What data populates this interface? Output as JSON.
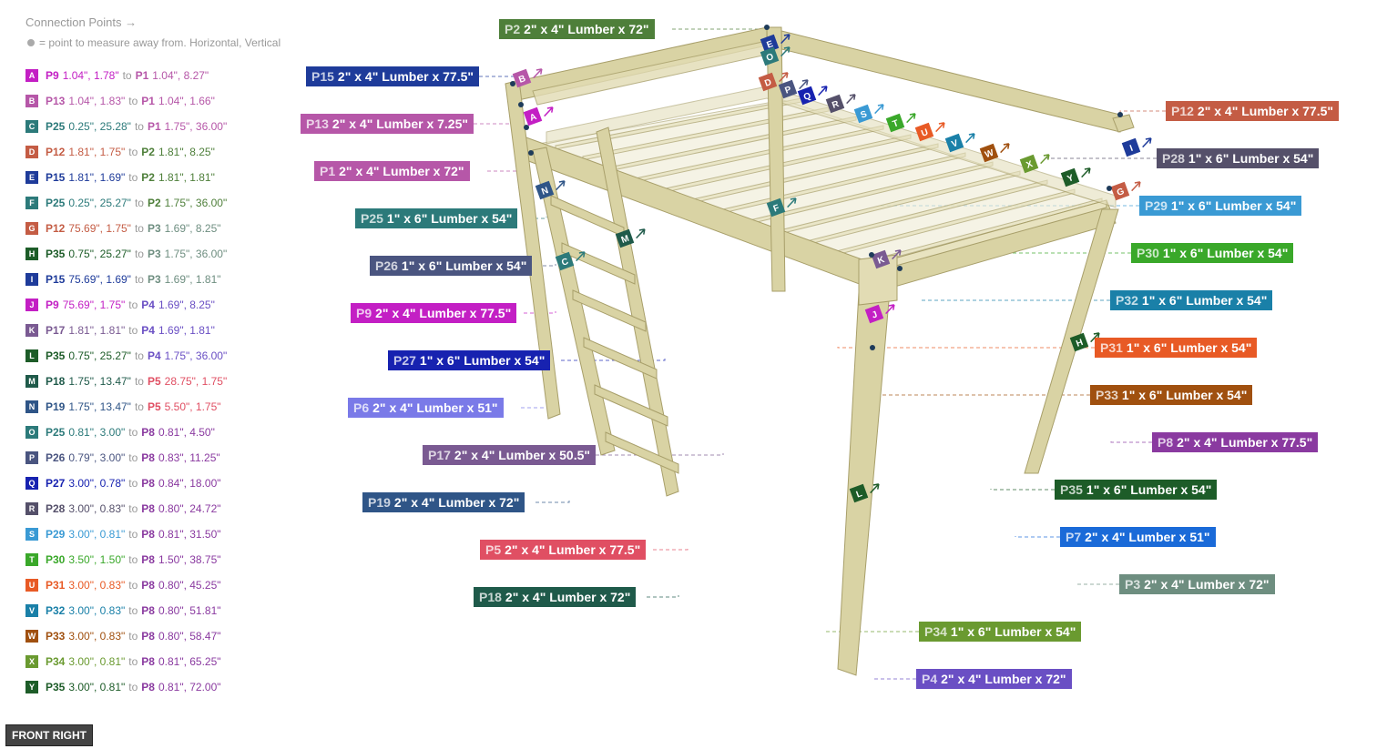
{
  "legend": {
    "title": "Connection Points →",
    "note": "= point to measure away from. Horizontal, Vertical",
    "to_word": "to",
    "connections": [
      {
        "letter": "A",
        "color": "#c31fc4",
        "from": "P9",
        "from_val": "1.04\", 1.78\"",
        "to": "P1",
        "to_color": "#b657a8",
        "to_val": "1.04\", 8.27\""
      },
      {
        "letter": "B",
        "color": "#b657a8",
        "from": "P13",
        "from_val": "1.04\", 1.83\"",
        "to": "P1",
        "to_color": "#b657a8",
        "to_val": "1.04\", 1.66\""
      },
      {
        "letter": "C",
        "color": "#2c7a7a",
        "from": "P25",
        "from_val": "0.25\", 25.28\"",
        "to": "P1",
        "to_color": "#b657a8",
        "to_val": "1.75\", 36.00\""
      },
      {
        "letter": "D",
        "color": "#c45c44",
        "from": "P12",
        "from_val": "1.81\", 1.75\"",
        "to": "P2",
        "to_color": "#4e7f3a",
        "to_val": "1.81\", 8.25\""
      },
      {
        "letter": "E",
        "color": "#1e3b9a",
        "from": "P15",
        "from_val": "1.81\", 1.69\"",
        "to": "P2",
        "to_color": "#4e7f3a",
        "to_val": "1.81\", 1.81\""
      },
      {
        "letter": "F",
        "color": "#2c7a7a",
        "from": "P25",
        "from_val": "0.25\", 25.27\"",
        "to": "P2",
        "to_color": "#4e7f3a",
        "to_val": "1.75\", 36.00\""
      },
      {
        "letter": "G",
        "color": "#c45c44",
        "from": "P12",
        "from_val": "75.69\", 1.75\"",
        "to": "P3",
        "to_color": "#6e8e80",
        "to_val": "1.69\", 8.25\""
      },
      {
        "letter": "H",
        "color": "#1d5c28",
        "from": "P35",
        "from_val": "0.75\", 25.27\"",
        "to": "P3",
        "to_color": "#6e8e80",
        "to_val": "1.75\", 36.00\""
      },
      {
        "letter": "I",
        "color": "#1e3b9a",
        "from": "P15",
        "from_val": "75.69\", 1.69\"",
        "to": "P3",
        "to_color": "#6e8e80",
        "to_val": "1.69\", 1.81\""
      },
      {
        "letter": "J",
        "color": "#c31fc4",
        "from": "P9",
        "from_val": "75.69\", 1.75\"",
        "to": "P4",
        "to_color": "#6a4fc4",
        "to_val": "1.69\", 8.25\""
      },
      {
        "letter": "K",
        "color": "#7a5a92",
        "from": "P17",
        "from_val": "1.81\", 1.81\"",
        "to": "P4",
        "to_color": "#6a4fc4",
        "to_val": "1.69\", 1.81\""
      },
      {
        "letter": "L",
        "color": "#1d5c28",
        "from": "P35",
        "from_val": "0.75\", 25.27\"",
        "to": "P4",
        "to_color": "#6a4fc4",
        "to_val": "1.75\", 36.00\""
      },
      {
        "letter": "M",
        "color": "#1f5a4a",
        "from": "P18",
        "from_val": "1.75\", 13.47\"",
        "to": "P5",
        "to_color": "#e04f63",
        "to_val": "28.75\", 1.75\""
      },
      {
        "letter": "N",
        "color": "#2f5587",
        "from": "P19",
        "from_val": "1.75\", 13.47\"",
        "to": "P5",
        "to_color": "#e04f63",
        "to_val": "5.50\", 1.75\""
      },
      {
        "letter": "O",
        "color": "#2c7a7a",
        "from": "P25",
        "from_val": "0.81\", 3.00\"",
        "to": "P8",
        "to_color": "#8a3aa0",
        "to_val": "0.81\", 4.50\""
      },
      {
        "letter": "P",
        "color": "#4a5580",
        "from": "P26",
        "from_val": "0.79\", 3.00\"",
        "to": "P8",
        "to_color": "#8a3aa0",
        "to_val": "0.83\", 11.25\""
      },
      {
        "letter": "Q",
        "color": "#1722b0",
        "from": "P27",
        "from_val": "3.00\", 0.78\"",
        "to": "P8",
        "to_color": "#8a3aa0",
        "to_val": "0.84\", 18.00\""
      },
      {
        "letter": "R",
        "color": "#55506a",
        "from": "P28",
        "from_val": "3.00\", 0.83\"",
        "to": "P8",
        "to_color": "#8a3aa0",
        "to_val": "0.80\", 24.72\""
      },
      {
        "letter": "S",
        "color": "#3a9ad4",
        "from": "P29",
        "from_val": "3.00\", 0.81\"",
        "to": "P8",
        "to_color": "#8a3aa0",
        "to_val": "0.81\", 31.50\""
      },
      {
        "letter": "T",
        "color": "#3aa82a",
        "from": "P30",
        "from_val": "3.50\", 1.50\"",
        "to": "P8",
        "to_color": "#8a3aa0",
        "to_val": "1.50\", 38.75\""
      },
      {
        "letter": "U",
        "color": "#e85a25",
        "from": "P31",
        "from_val": "3.00\", 0.83\"",
        "to": "P8",
        "to_color": "#8a3aa0",
        "to_val": "0.80\", 45.25\""
      },
      {
        "letter": "V",
        "color": "#1a80a8",
        "from": "P32",
        "from_val": "3.00\", 0.83\"",
        "to": "P8",
        "to_color": "#8a3aa0",
        "to_val": "0.80\", 51.81\""
      },
      {
        "letter": "W",
        "color": "#a0500f",
        "from": "P33",
        "from_val": "3.00\", 0.83\"",
        "to": "P8",
        "to_color": "#8a3aa0",
        "to_val": "0.80\", 58.47\""
      },
      {
        "letter": "X",
        "color": "#6a9a30",
        "from": "P34",
        "from_val": "3.00\", 0.81\"",
        "to": "P8",
        "to_color": "#8a3aa0",
        "to_val": "0.81\", 65.25\""
      },
      {
        "letter": "Y",
        "color": "#1d5c28",
        "from": "P35",
        "from_val": "3.00\", 0.81\"",
        "to": "P8",
        "to_color": "#8a3aa0",
        "to_val": "0.81\", 72.00\""
      }
    ]
  },
  "view_label": "FRONT RIGHT",
  "part_labels": [
    {
      "id": "P2",
      "text": "2\" x 4\" Lumber  x 72\"",
      "color": "#4e7f3a"
    },
    {
      "id": "P15",
      "text": "2\" x 4\" Lumber  x 77.5\"",
      "color": "#1e3b9a"
    },
    {
      "id": "P13",
      "text": "2\" x 4\" Lumber  x 7.25\"",
      "color": "#b657a8"
    },
    {
      "id": "P1",
      "text": "2\" x 4\" Lumber  x 72\"",
      "color": "#b657a8"
    },
    {
      "id": "P25",
      "text": "1\" x 6\" Lumber x 54\"",
      "color": "#2c7a7a"
    },
    {
      "id": "P26",
      "text": "1\" x 6\" Lumber x 54\"",
      "color": "#4a5580"
    },
    {
      "id": "P9",
      "text": "2\" x 4\" Lumber  x 77.5\"",
      "color": "#c31fc4"
    },
    {
      "id": "P27",
      "text": "1\" x 6\" Lumber x 54\"",
      "color": "#1722b0"
    },
    {
      "id": "P6",
      "text": "2\" x 4\" Lumber  x 51\"",
      "color": "#7a7ae8"
    },
    {
      "id": "P17",
      "text": "2\" x 4\" Lumber  x 50.5\"",
      "color": "#7a5a92"
    },
    {
      "id": "P19",
      "text": "2\" x 4\" Lumber  x 72\"",
      "color": "#2f5587"
    },
    {
      "id": "P5",
      "text": "2\" x 4\" Lumber  x 77.5\"",
      "color": "#e04f63"
    },
    {
      "id": "P18",
      "text": "2\" x 4\" Lumber  x 72\"",
      "color": "#1f5a4a"
    },
    {
      "id": "P12",
      "text": "2\" x 4\" Lumber  x 77.5\"",
      "color": "#c45c44"
    },
    {
      "id": "P28",
      "text": "1\" x 6\" Lumber x 54\"",
      "color": "#55506a"
    },
    {
      "id": "P29",
      "text": "1\" x 6\" Lumber x 54\"",
      "color": "#3a9ad4"
    },
    {
      "id": "P30",
      "text": "1\" x 6\" Lumber x 54\"",
      "color": "#3aa82a"
    },
    {
      "id": "P32",
      "text": "1\" x 6\" Lumber x 54\"",
      "color": "#1a80a8"
    },
    {
      "id": "P31",
      "text": "1\" x 6\" Lumber x 54\"",
      "color": "#e85a25"
    },
    {
      "id": "P33",
      "text": "1\" x 6\" Lumber x 54\"",
      "color": "#a0500f"
    },
    {
      "id": "P8",
      "text": "2\" x 4\" Lumber  x 77.5\"",
      "color": "#8a3aa0"
    },
    {
      "id": "P35",
      "text": "1\" x 6\" Lumber x 54\"",
      "color": "#1d5c28"
    },
    {
      "id": "P7",
      "text": "2\" x 4\" Lumber  x 51\"",
      "color": "#1a6ad8"
    },
    {
      "id": "P3",
      "text": "2\" x 4\" Lumber  x 72\"",
      "color": "#6e8e80"
    },
    {
      "id": "P34",
      "text": "1\" x 6\" Lumber x 54\"",
      "color": "#6a9a30"
    },
    {
      "id": "P4",
      "text": "2\" x 4\" Lumber  x 72\"",
      "color": "#6a4fc4"
    }
  ],
  "diagram_markers": [
    {
      "letter": "A",
      "color": "#c31fc4"
    },
    {
      "letter": "B",
      "color": "#b657a8"
    },
    {
      "letter": "C",
      "color": "#2c7a7a"
    },
    {
      "letter": "D",
      "color": "#c45c44"
    },
    {
      "letter": "E",
      "color": "#1e3b9a"
    },
    {
      "letter": "F",
      "color": "#2c7a7a"
    },
    {
      "letter": "G",
      "color": "#c45c44"
    },
    {
      "letter": "H",
      "color": "#1d5c28"
    },
    {
      "letter": "I",
      "color": "#1e3b9a"
    },
    {
      "letter": "J",
      "color": "#c31fc4"
    },
    {
      "letter": "K",
      "color": "#7a5a92"
    },
    {
      "letter": "L",
      "color": "#1d5c28"
    },
    {
      "letter": "M",
      "color": "#1f5a4a"
    },
    {
      "letter": "N",
      "color": "#2f5587"
    },
    {
      "letter": "O",
      "color": "#2c7a7a"
    },
    {
      "letter": "P",
      "color": "#4a5580"
    },
    {
      "letter": "Q",
      "color": "#1722b0"
    },
    {
      "letter": "R",
      "color": "#55506a"
    },
    {
      "letter": "S",
      "color": "#3a9ad4"
    },
    {
      "letter": "T",
      "color": "#3aa82a"
    },
    {
      "letter": "U",
      "color": "#e85a25"
    },
    {
      "letter": "V",
      "color": "#1a80a8"
    },
    {
      "letter": "W",
      "color": "#a0500f"
    },
    {
      "letter": "X",
      "color": "#6a9a30"
    },
    {
      "letter": "Y",
      "color": "#1d5c28"
    }
  ],
  "colors": {
    "wood": "#d9d3a4",
    "wood_edge": "#a89f6a",
    "panel": "#f0ecd4"
  }
}
